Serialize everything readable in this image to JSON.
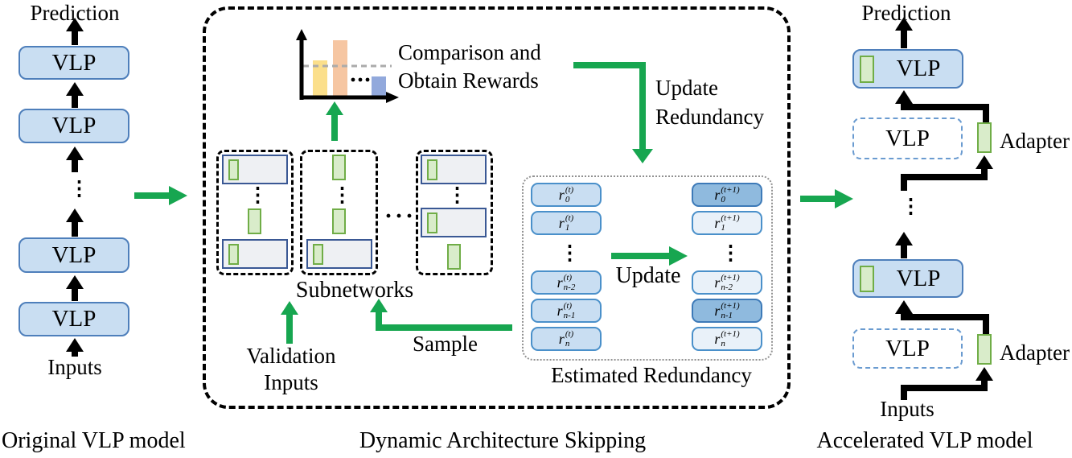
{
  "colors": {
    "green_arrow": "#17a650",
    "vlp_fill": "#c9def2",
    "vlp_border": "#4e7fbb",
    "vlp_dashed_border": "#6a9bd0",
    "adapter_fill": "#d9ecca",
    "adapter_border": "#70ad47",
    "subnet_block_fill": "#eef0f3",
    "subnet_block_border": "#3a5894",
    "pill_fill": "#c9def2",
    "pill_fill_dark": "#8fbade",
    "pill_fill_light": "#e9f1f9",
    "pill_border": "#4a90ca",
    "bar_yellow": "#fbdf8b",
    "bar_orange": "#f6c6a2",
    "bar_blue": "#92a9dc",
    "chart_dashed_line": "#ababab"
  },
  "left_panel": {
    "prediction_label": "Prediction",
    "blocks": [
      "VLP",
      "VLP",
      "VLP",
      "VLP"
    ],
    "dots": "⋮",
    "inputs_label": "Inputs",
    "caption": "Original VLP model"
  },
  "middle_panel": {
    "caption": "Dynamic Architecture Skipping",
    "reward_line1": "Comparison and",
    "reward_line2": "Obtain Rewards",
    "update_redundancy_line1": "Update",
    "update_redundancy_line2": "Redundancy",
    "subnetworks_label": "Subnetworks",
    "validation_line1": "Validation",
    "validation_line2": "Inputs",
    "sample_label": "Sample",
    "hdots": "···",
    "vdots": "⋮",
    "estimated": {
      "update_label": "Update",
      "caption": "Estimated Redundancy",
      "dots": "⋮",
      "left_pills": [
        {
          "base": "r",
          "sub": "0",
          "sup": "(t)"
        },
        {
          "base": "r",
          "sub": "1",
          "sup": "(t)"
        },
        {
          "base": "r",
          "sub": "n-2",
          "sup": "(t)"
        },
        {
          "base": "r",
          "sub": "n-1",
          "sup": "(t)"
        },
        {
          "base": "r",
          "sub": "n",
          "sup": "(t)"
        }
      ],
      "right_pills": [
        {
          "base": "r",
          "sub": "0",
          "sup": "(t+1)"
        },
        {
          "base": "r",
          "sub": "1",
          "sup": "(t+1)"
        },
        {
          "base": "r",
          "sub": "n-2",
          "sup": "(t+1)"
        },
        {
          "base": "r",
          "sub": "n-1",
          "sup": "(t+1)"
        },
        {
          "base": "r",
          "sub": "n",
          "sup": "(t+1)"
        }
      ]
    }
  },
  "right_panel": {
    "prediction_label": "Prediction",
    "vlp_solid_label": "VLP",
    "vlp_dashed_label": "VLP",
    "adapter_label": "Adapter",
    "dots": "⋮",
    "inputs_label": "Inputs",
    "caption": "Accelerated VLP model"
  }
}
